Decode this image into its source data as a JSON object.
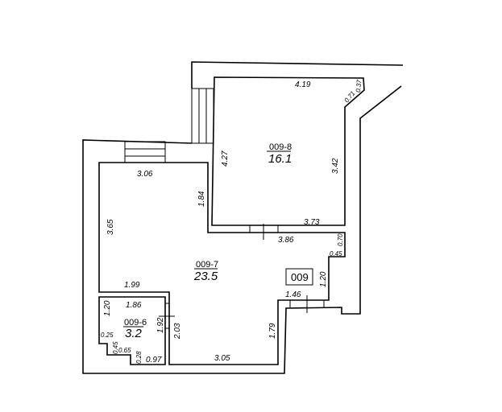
{
  "plan_label": "009",
  "rooms": [
    {
      "id": "009-8",
      "area": "16.1"
    },
    {
      "id": "009-7",
      "area": "23.5"
    },
    {
      "id": "009-6",
      "area": "3.2"
    }
  ],
  "dimensions": {
    "r8_top": "4.19",
    "r8_chamfer_a": "0.71",
    "r8_chamfer_b": "0.37",
    "r8_left": "4.27",
    "r8_right": "3.42",
    "r8_bottom": "3.73",
    "r7_top": "3.06",
    "r7_left": "3.65",
    "r7_inner": "1.84",
    "r7_mid": "3.86",
    "r7_r1": "0.70",
    "r7_r2": "0.45",
    "r7_r3": "1.20",
    "r7_r4": "1.46",
    "r7_r5": "1.79",
    "r7_bottom": "3.05",
    "r7_sw": "1.99",
    "r7_w": "2.03",
    "r6_top": "1.86",
    "r6_left": "1.20",
    "r6_right": "1.92",
    "r6_a": "0.25",
    "r6_b": "0.45",
    "r6_c": "0.65",
    "r6_d": "0.28",
    "r6_bottom": "0.97"
  }
}
